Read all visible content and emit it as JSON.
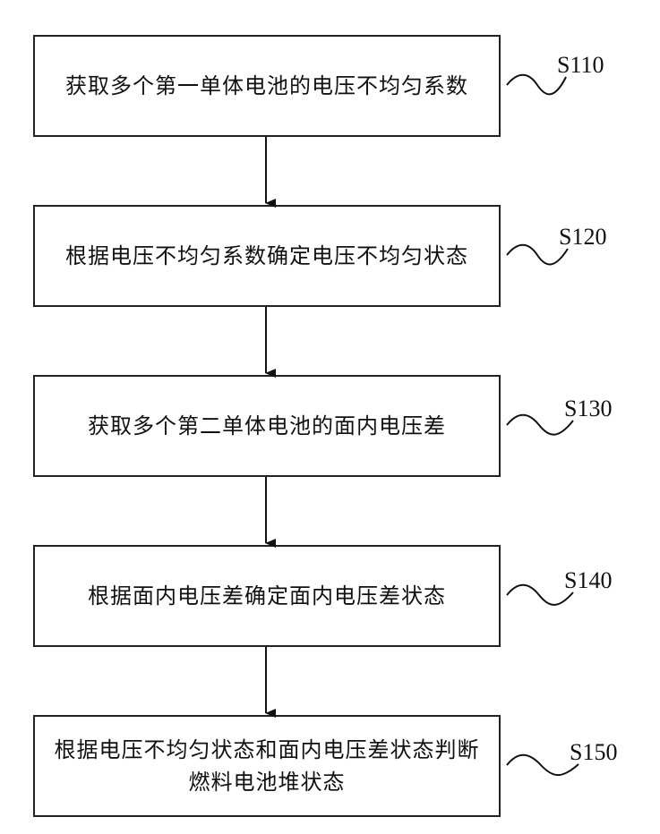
{
  "steps": [
    {
      "id": "S110",
      "text": "获取多个第一单体电池的电压不均匀系数"
    },
    {
      "id": "S120",
      "text": "根据电压不均匀系数确定电压不均匀状态"
    },
    {
      "id": "S130",
      "text": "获取多个第二单体电池的面内电压差"
    },
    {
      "id": "S140",
      "text": "根据面内电压差确定面内电压差状态"
    },
    {
      "id": "S150",
      "text": "根据电压不均匀状态和面内电压差状态判断燃料电池堆状态"
    }
  ]
}
